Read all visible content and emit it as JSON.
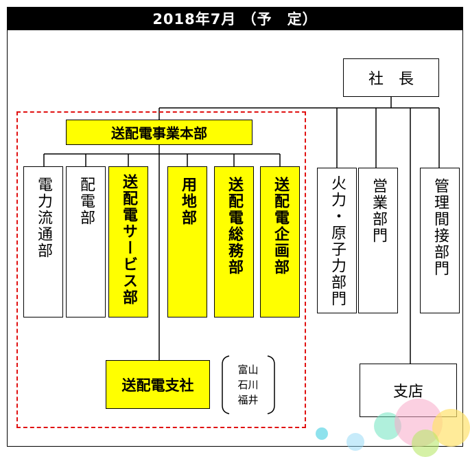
{
  "header": {
    "title": "2018年7月 （予　定）"
  },
  "president": {
    "label": "社　長"
  },
  "hq": {
    "label": "送配電事業本部"
  },
  "hq_departments": [
    {
      "label": "電力流通部",
      "highlight": false
    },
    {
      "label": "配電部",
      "highlight": false
    },
    {
      "label": "送配電サービス部",
      "highlight": true
    },
    {
      "label": "用地部",
      "highlight": true
    },
    {
      "label": "送配電総務部",
      "highlight": true
    },
    {
      "label": "送配電企画部",
      "highlight": true
    }
  ],
  "other_departments": [
    {
      "label": "火力・原子力部門"
    },
    {
      "label": "営業部門"
    },
    {
      "label": "管理間接部門"
    }
  ],
  "branch_company": {
    "label": "送配電支社"
  },
  "regions": [
    "富山",
    "石川",
    "福井"
  ],
  "branch": {
    "label": "支店"
  },
  "colors": {
    "highlight": "#ffff00",
    "dashed_border": "#e01010",
    "header_bg": "#000000"
  }
}
